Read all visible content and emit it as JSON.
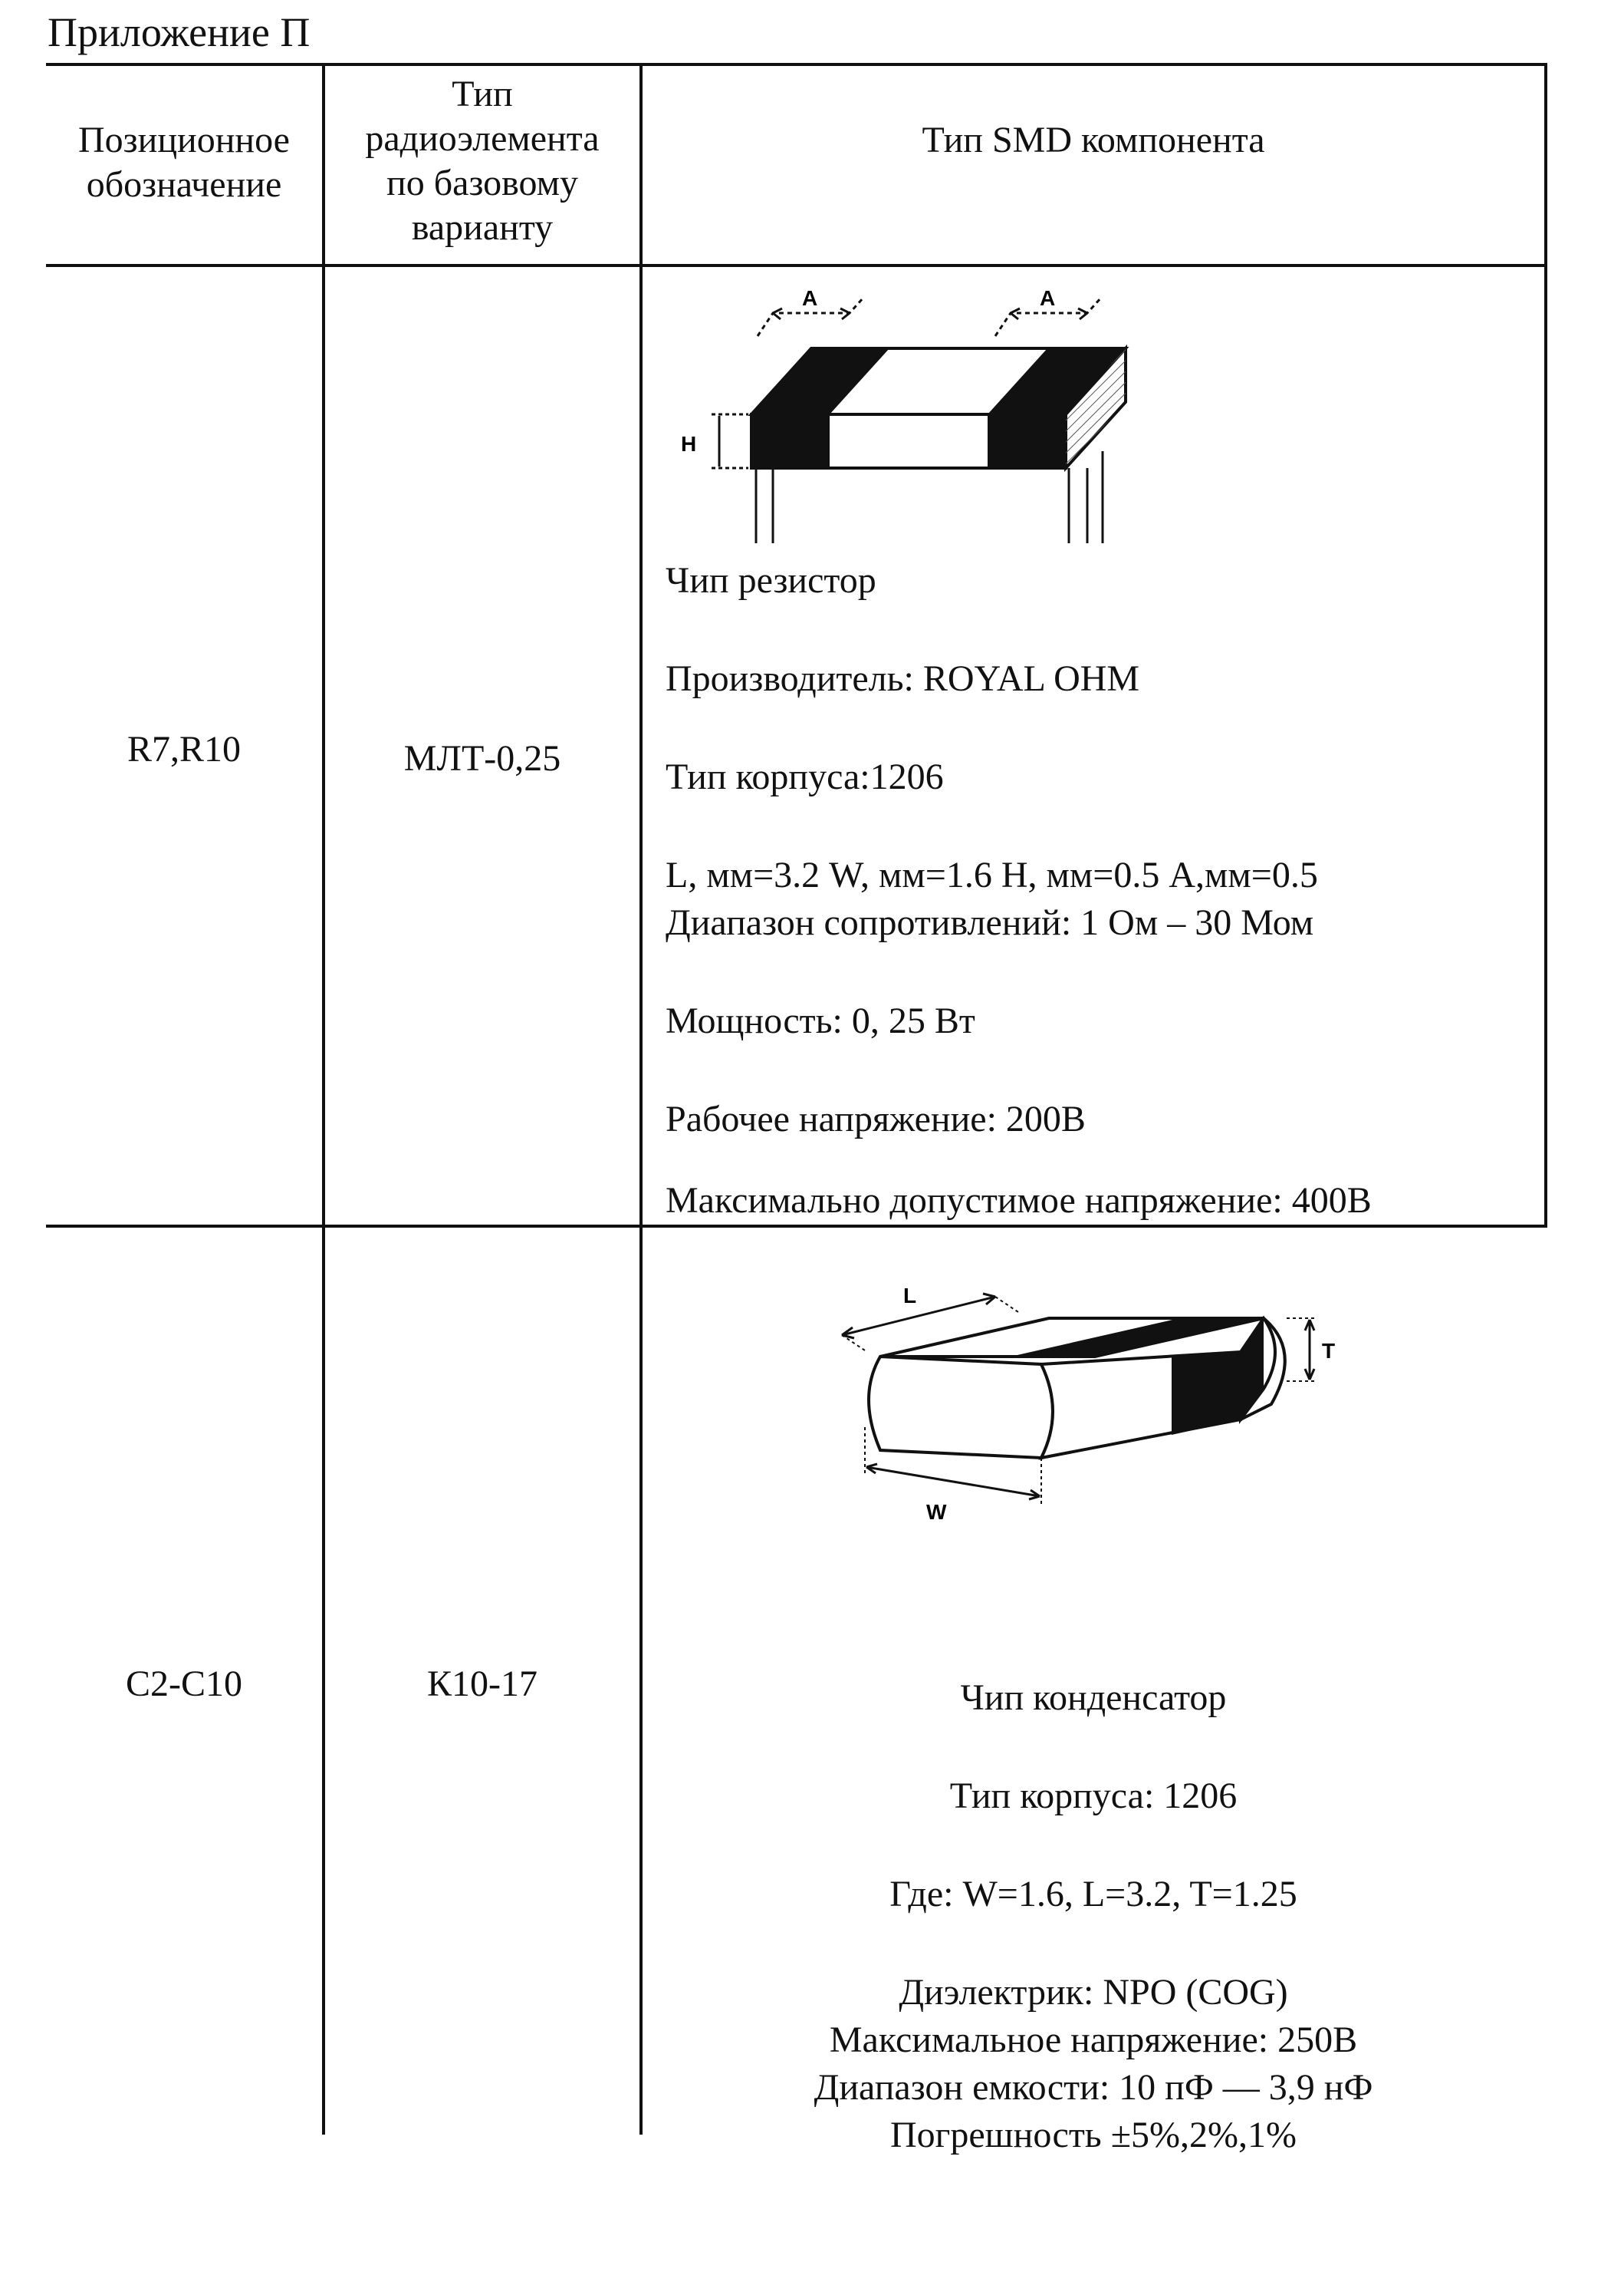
{
  "doc": {
    "title": "Приложение П"
  },
  "table": {
    "headers": {
      "position": [
        "Позиционное",
        "обозначение"
      ],
      "base_type": [
        "Тип",
        "радиоэлемента",
        "по базовому",
        "варианту"
      ],
      "smd_type": "Тип SMD компонента"
    },
    "rows": [
      {
        "position": "R7,R10",
        "base_type": "МЛТ-0,25",
        "drawing_labels": {
          "a1": "A",
          "a2": "A",
          "h": "H"
        },
        "lines": [
          "Чип резистор",
          "Производитель: ROYAL OHM",
          "Тип корпуса:1206",
          "L, мм=3.2     W, мм=1.6   H, мм=0.5  A,мм=0.5",
          "Диапазон сопротивлений: 1 Ом  –  30 Мом",
          "Мощность: 0, 25 Вт",
          "Рабочее напряжение: 200В",
          "Максимально допустимое напряжение: 400В"
        ]
      },
      {
        "position": "С2-С10",
        "base_type": "К10-17",
        "drawing_labels": {
          "l": "L",
          "t": "T",
          "w": "W"
        },
        "lines": [
          "Чип конденсатор",
          "Тип корпуса: 1206",
          "Где: W=1.6, L=3.2, T=1.25",
          "Диэлектрик: NPO (COG)",
          "Максимальное напряжение: 250В",
          "Диапазон емкости: 10 пФ — 3,9 нФ",
          "Погрешность ±5%,2%,1%"
        ]
      }
    ]
  }
}
